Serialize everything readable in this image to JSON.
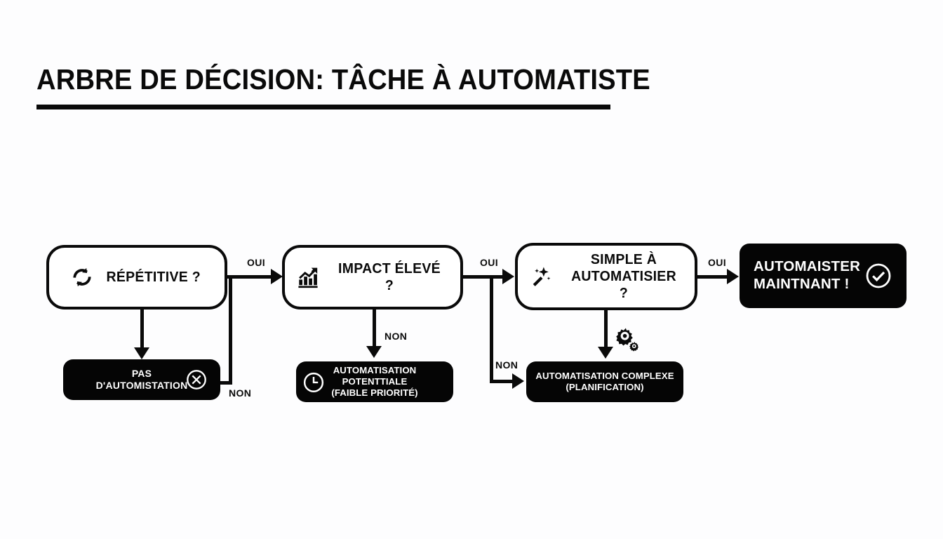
{
  "title": "ARBRE DE DÉCISION: TÂCHE À AUTOMATISTE",
  "colors": {
    "background": "#fdfdfe",
    "ink": "#0a0a0a",
    "node_fill": "#ffffff",
    "terminal_fill": "#050505",
    "terminal_text": "#ffffff"
  },
  "nodes": {
    "repetitive": {
      "label": "RÉPÉTITIVE ?",
      "icon": "refresh-icon"
    },
    "impact": {
      "label": "IMPACT ÉLEVÉ ?",
      "icon": "bar-chart-up-icon"
    },
    "simple": {
      "label_line1": "SIMPLE À",
      "label_line2": "AUTOMATISIER ?",
      "icon": "magic-wand-icon"
    },
    "automate_now": {
      "label_line1": "AUTOMAISTER",
      "label_line2": "MAINTNANT !",
      "icon": "check-circle-icon"
    },
    "no_automation": {
      "label_line1": "PAS",
      "label_line2": "D'AUTOMISTATION",
      "icon": "x-circle-icon"
    },
    "potential": {
      "label_line1": "AUTOMATISATION POTENTTIALE",
      "label_line2": "(FAIBLE PRIORITÉ)",
      "icon": "clock-icon"
    },
    "complex": {
      "label_line1": "AUTOMATISATION COMPLEXE",
      "label_line2": "(PLANIFICATION)",
      "icon": "gears-icon"
    }
  },
  "edges": {
    "yes_1": "OUI",
    "yes_2": "OUI",
    "yes_3": "OUI",
    "no_1": "NON",
    "no_2": "NON",
    "no_3": "NON"
  }
}
